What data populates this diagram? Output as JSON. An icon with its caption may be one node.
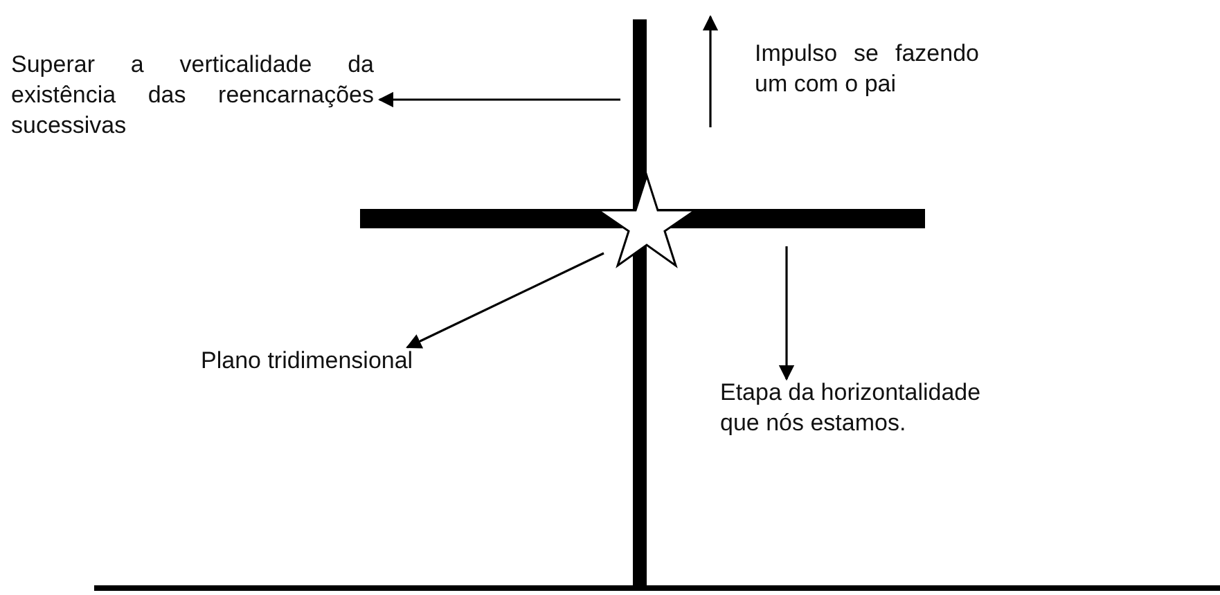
{
  "diagram": {
    "nodes": [
      {
        "text": [
          "Superar a verticalidade da existência das reencarnações sucessivas"
        ]
      },
      {
        "text": [
          "Impulso se fazendo um com o pai"
        ]
      },
      {
        "text": [
          "Plano tridimensional"
        ]
      },
      {
        "text": [
          "Etapa da horizontalidade que nós estamos."
        ]
      }
    ],
    "edges": [
      {
        "from": null,
        "to": 0,
        "arrow": "to"
      },
      {
        "from": null,
        "to": 2,
        "arrow": "to"
      },
      {
        "from": null,
        "to": 3,
        "arrow": "to"
      }
    ]
  }
}
